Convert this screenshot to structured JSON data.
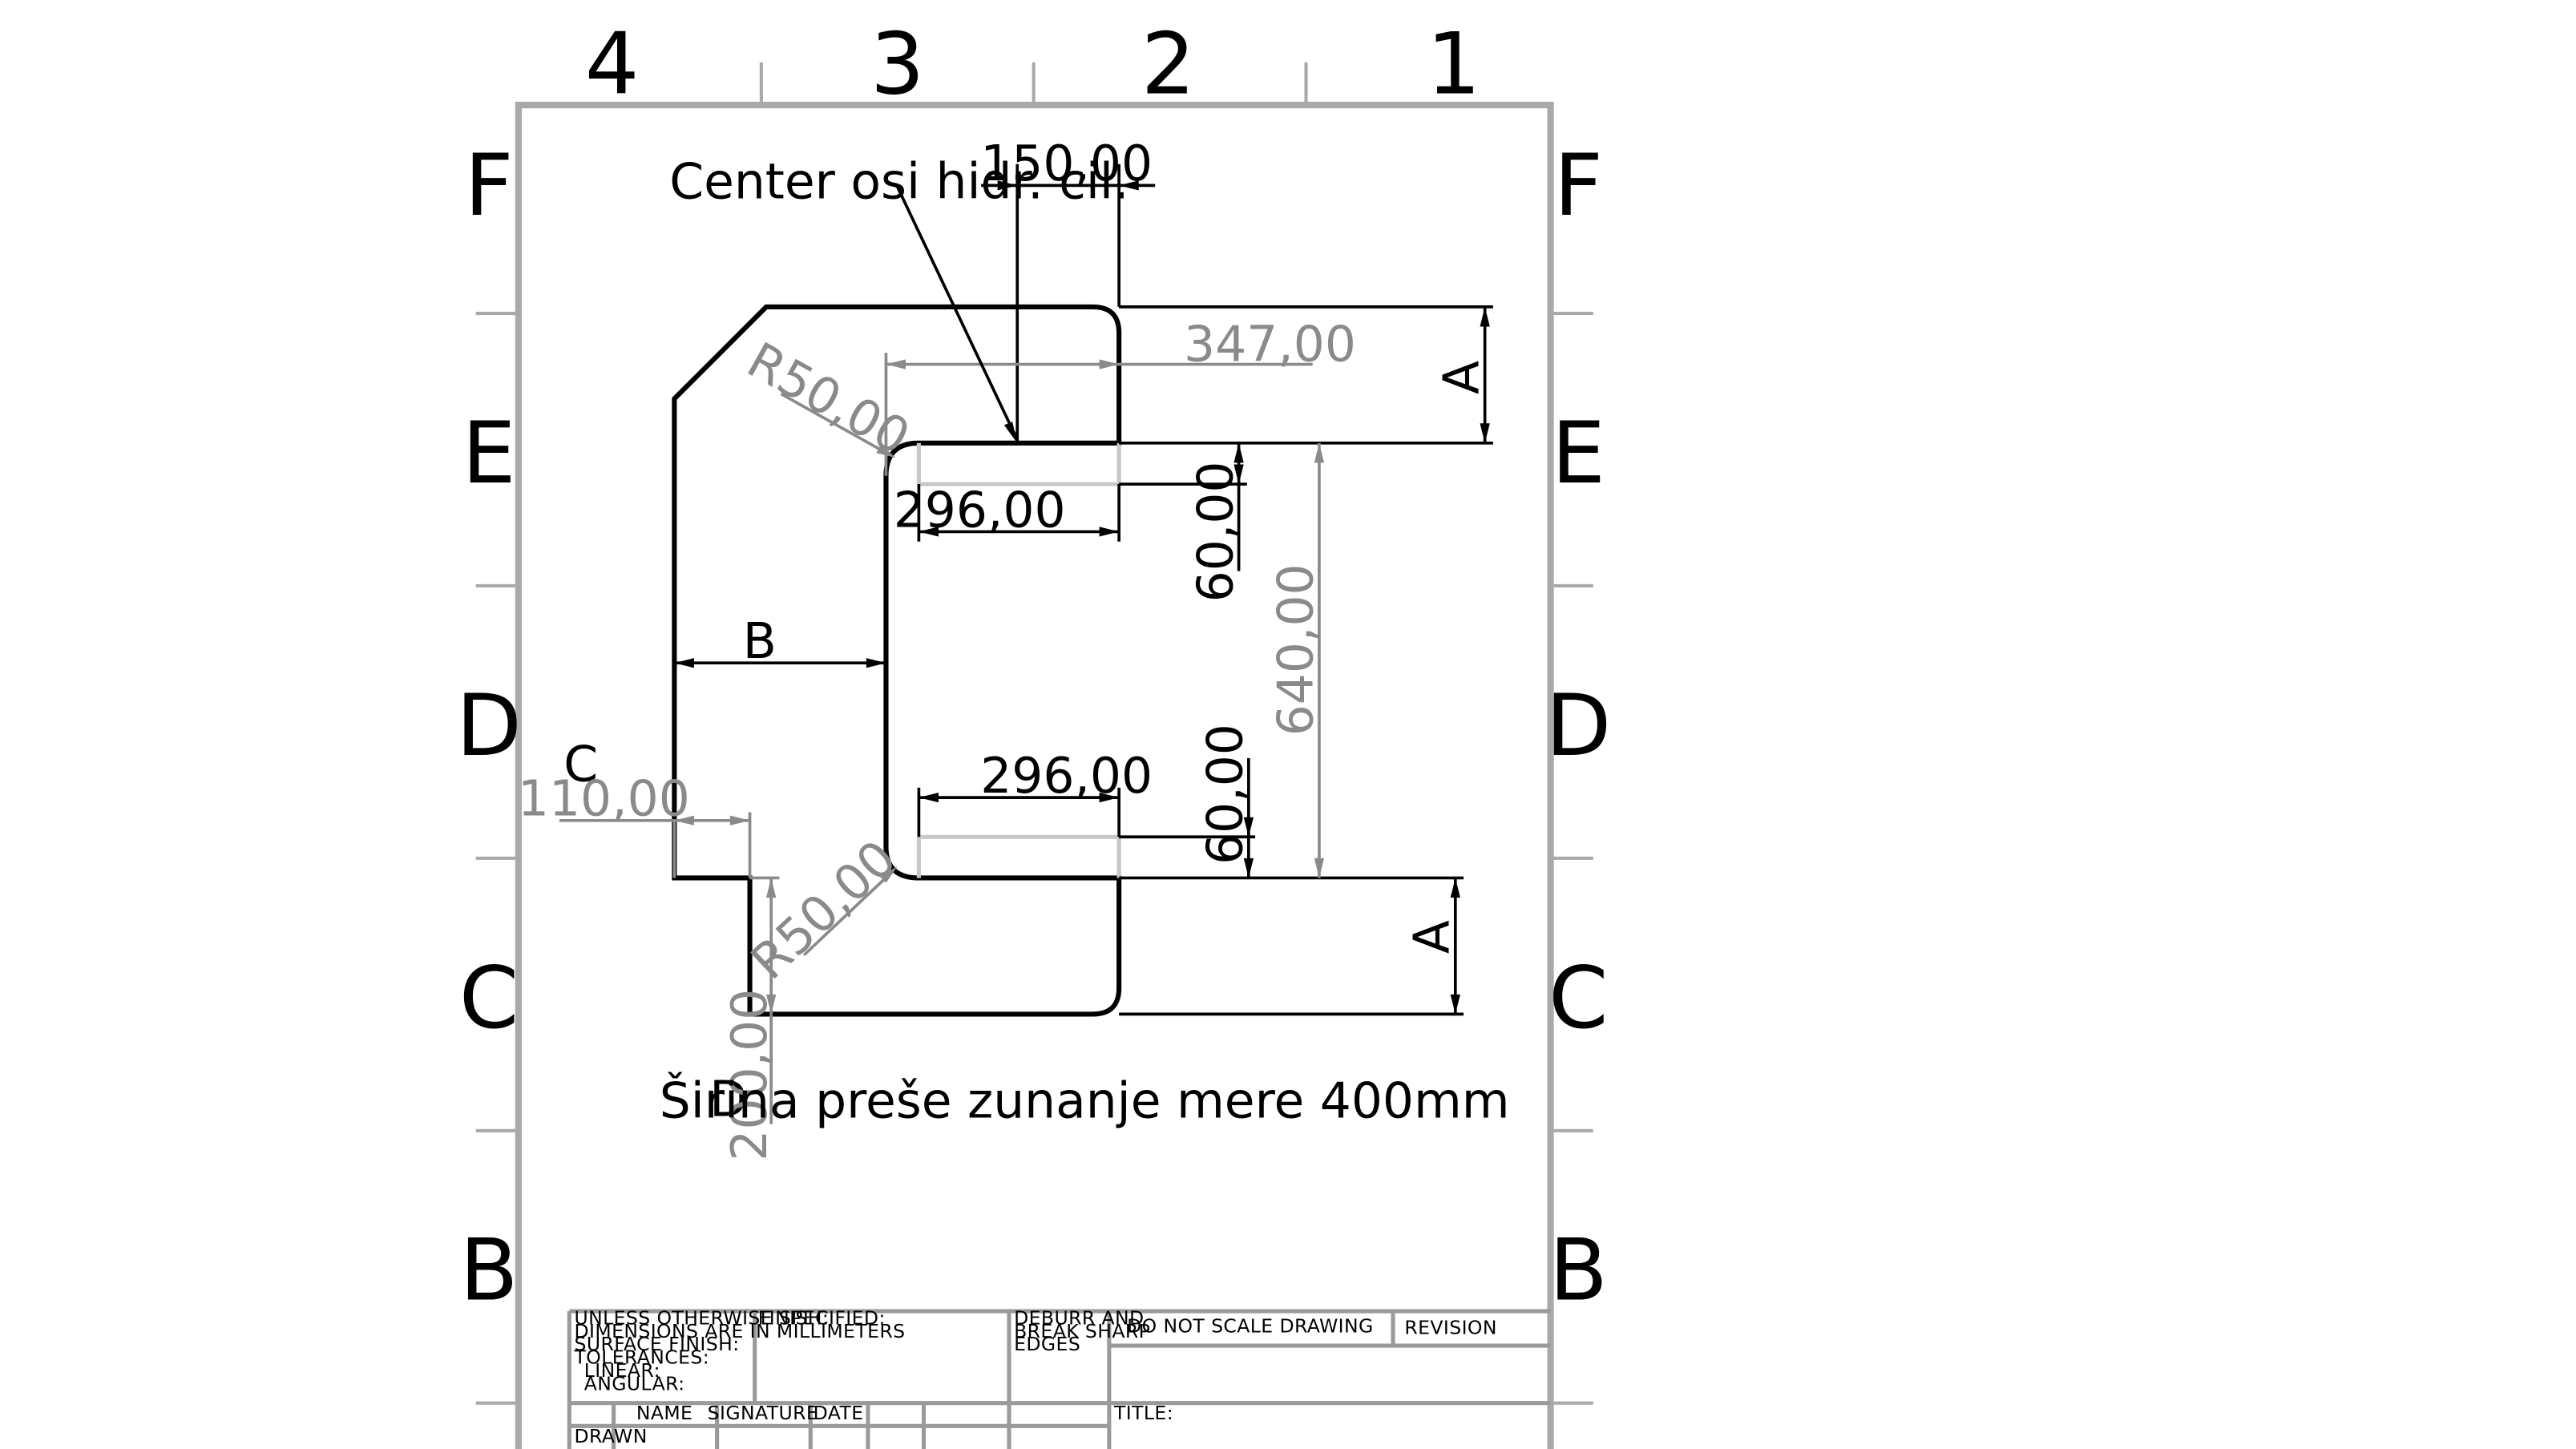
{
  "zones": {
    "columns": [
      "4",
      "3",
      "2",
      "1"
    ],
    "rows": [
      "F",
      "E",
      "D",
      "C",
      "B"
    ]
  },
  "annotations": {
    "leader_note": "Center osi hidr. cil.",
    "width_note": "Širina preše zunanje mere 400mm"
  },
  "dimensions": {
    "top_offset": "150,00",
    "top_length": "347,00",
    "upper_radius": "R50,00",
    "upper_slot_length": "296,00",
    "upper_slot_height": "60,00",
    "opening_height": "640,00",
    "upper_flange": "A",
    "web_width": "B",
    "lower_slot_length": "296,00",
    "lower_slot_height": "60,00",
    "step_label": "C",
    "step_width": "110,00",
    "lower_radius": "R50,00",
    "lower_flange": "A",
    "foot_label": "D",
    "foot_height": "200,00"
  },
  "title_block": {
    "general_notes": [
      "UNLESS OTHERWISE SPECIFIED:",
      "DIMENSIONS ARE IN MILLIMETERS",
      "SURFACE FINISH:",
      "TOLERANCES:",
      "LINEAR:",
      "ANGULAR:"
    ],
    "finish": "FINISH:",
    "deburr": [
      "DEBURR AND",
      "BREAK SHARP",
      "EDGES"
    ],
    "no_scale": "DO NOT SCALE DRAWING",
    "revision": "REVISION",
    "title": "TITLE:",
    "col_name": "NAME",
    "col_signature": "SIGNATURE",
    "col_date": "DATE",
    "row_drawn": "DRAWN"
  },
  "colors": {
    "geometry": "#000000",
    "frame": "#a9a9a9",
    "driven_dimension": "#8a8a8a"
  }
}
